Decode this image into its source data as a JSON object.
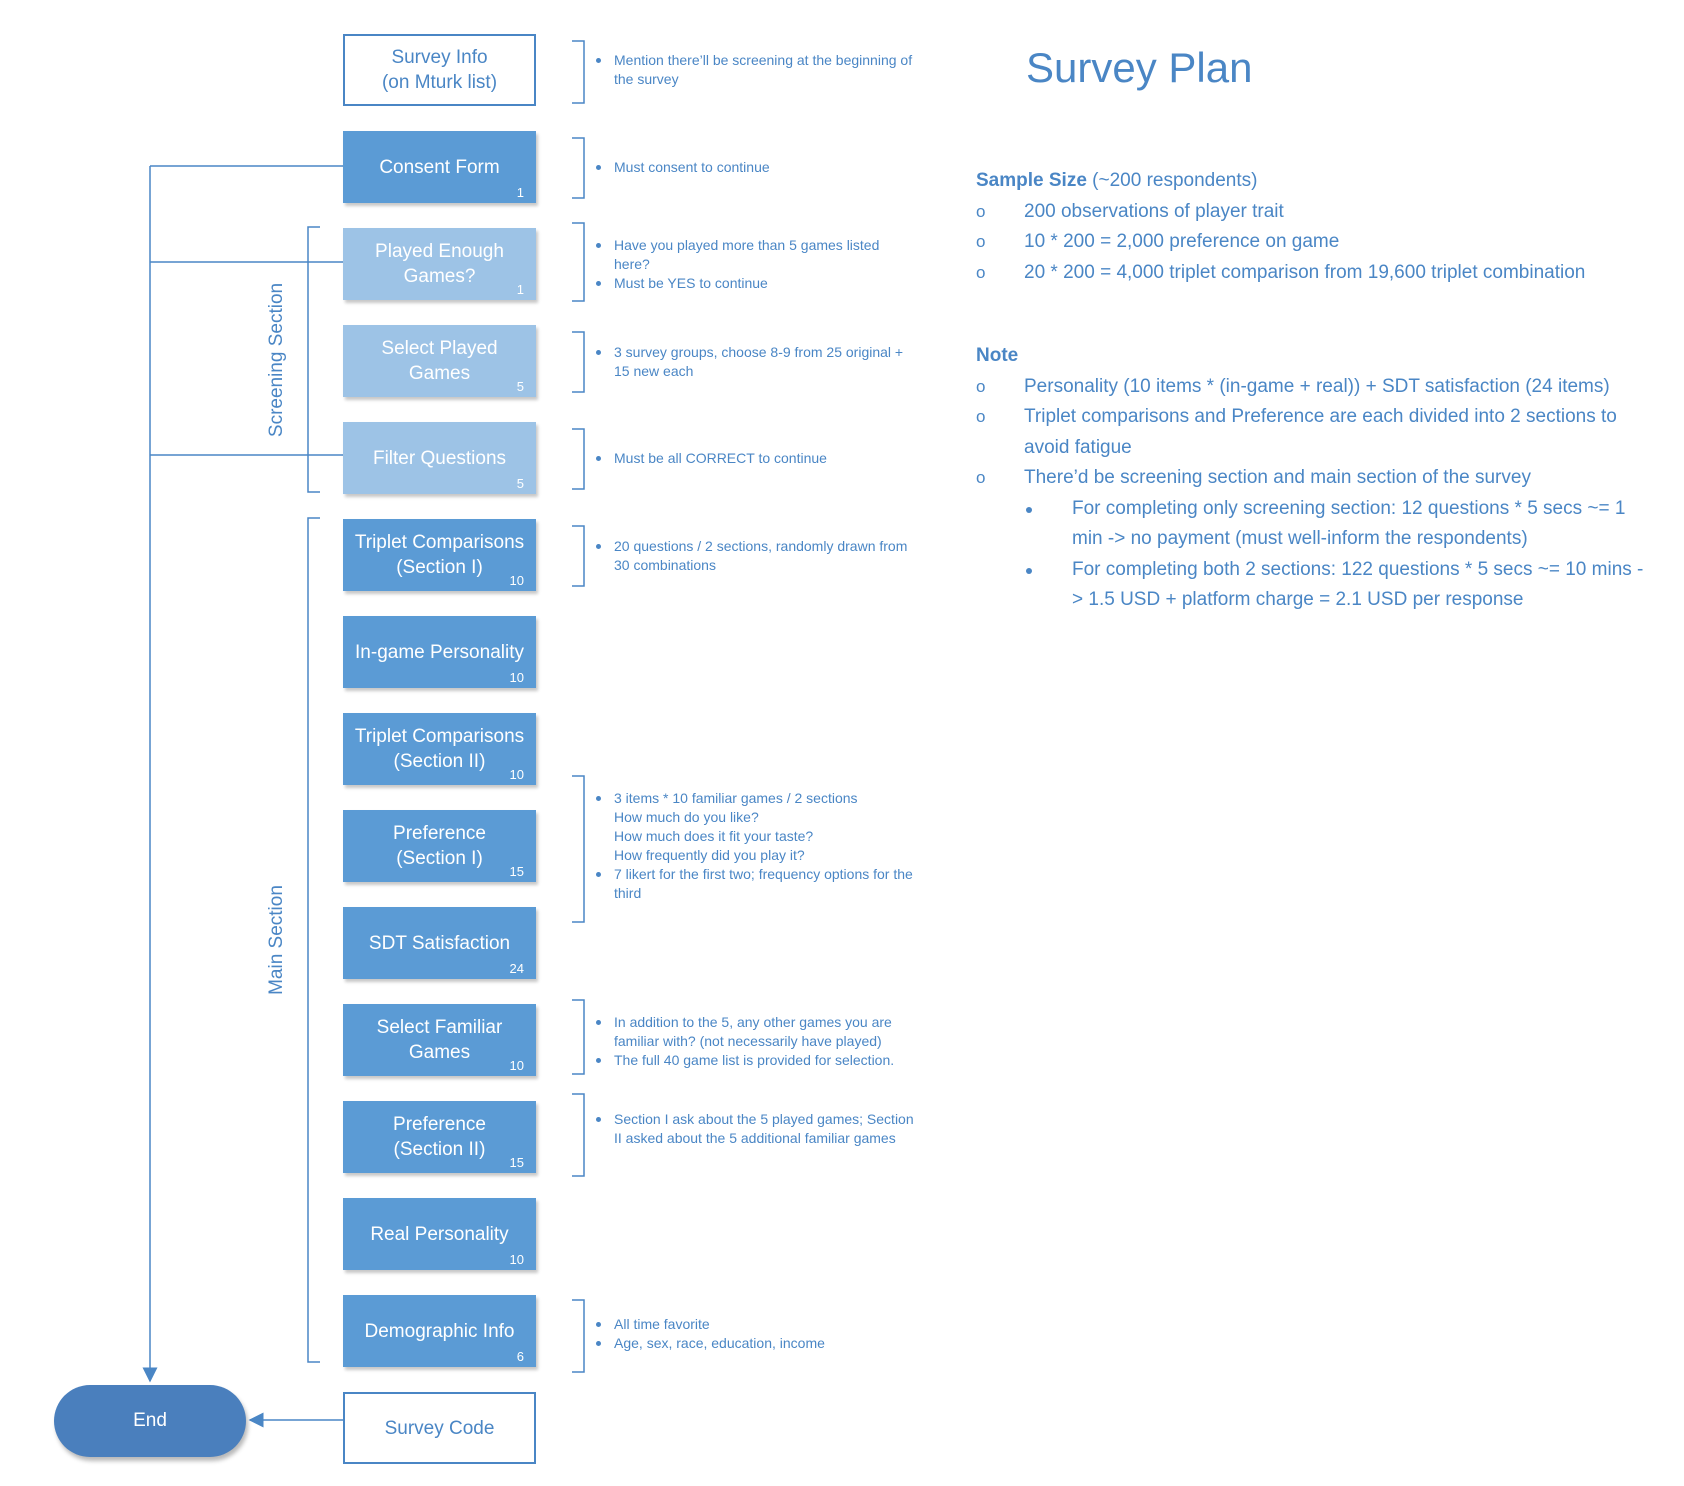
{
  "title": "Survey Plan",
  "flow": {
    "nodes": [
      {
        "id": "survey-info",
        "label": "Survey Info\n(on Mturk list)",
        "count": "",
        "style": "outline"
      },
      {
        "id": "consent-form",
        "label": "Consent Form",
        "count": "1",
        "style": "dark"
      },
      {
        "id": "played-enough-games",
        "label": "Played Enough Games?",
        "count": "1",
        "style": "light"
      },
      {
        "id": "select-played-games",
        "label": "Select Played Games",
        "count": "5",
        "style": "light"
      },
      {
        "id": "filter-questions",
        "label": "Filter Questions",
        "count": "5",
        "style": "light"
      },
      {
        "id": "triplet-comparisons-1",
        "label": "Triplet Comparisons\n(Section I)",
        "count": "10",
        "style": "dark"
      },
      {
        "id": "in-game-personality",
        "label": "In-game Personality",
        "count": "10",
        "style": "dark"
      },
      {
        "id": "triplet-comparisons-2",
        "label": "Triplet Comparisons\n(Section II)",
        "count": "10",
        "style": "dark"
      },
      {
        "id": "preference-1",
        "label": "Preference\n(Section I)",
        "count": "15",
        "style": "dark"
      },
      {
        "id": "sdt-satisfaction",
        "label": "SDT Satisfaction",
        "count": "24",
        "style": "dark"
      },
      {
        "id": "select-familiar-games",
        "label": "Select Familiar Games",
        "count": "10",
        "style": "dark"
      },
      {
        "id": "preference-2",
        "label": "Preference\n(Section II)",
        "count": "15",
        "style": "dark"
      },
      {
        "id": "real-personality",
        "label": "Real Personality",
        "count": "10",
        "style": "dark"
      },
      {
        "id": "demographic-info",
        "label": "Demographic Info",
        "count": "6",
        "style": "dark"
      },
      {
        "id": "survey-code",
        "label": "Survey Code",
        "count": "",
        "style": "outline"
      }
    ],
    "end_label": "End",
    "section_labels": {
      "screening": "Screening Section",
      "main": "Main Section"
    }
  },
  "notes": [
    {
      "id": "survey-info",
      "items": [
        "Mention there’ll be screening at the beginning of the survey"
      ]
    },
    {
      "id": "consent",
      "items": [
        "Must consent to continue"
      ]
    },
    {
      "id": "played-enough",
      "items": [
        "Have you played more than 5 games listed here?",
        "Must be YES to continue"
      ]
    },
    {
      "id": "select-played",
      "items": [
        "3 survey groups, choose 8-9 from 25 original + 15 new each"
      ]
    },
    {
      "id": "filter",
      "items": [
        "Must be all CORRECT to continue"
      ]
    },
    {
      "id": "triplet",
      "items": [
        "20 questions / 2 sections, randomly drawn from 30 combinations"
      ]
    },
    {
      "id": "preference",
      "items": [
        "3 items * 10 familiar games / 2 sections\nHow much do you like?\nHow much does it fit your taste?\nHow frequently did you play it?",
        "7 likert for the first two; frequency options for the third"
      ]
    },
    {
      "id": "familiar",
      "items": [
        "In addition to the 5, any other games you are familiar with? (not necessarily have played)",
        "The full 40 game list is provided for selection."
      ]
    },
    {
      "id": "sections",
      "items": [
        "Section I ask about the 5 played games; Section II asked about the 5 additional familiar games"
      ]
    },
    {
      "id": "demographic",
      "items": [
        "All time favorite",
        "Age, sex, race, education, income"
      ]
    }
  ],
  "sample_size": {
    "heading": "Sample Size",
    "heading_suffix": " (~200 respondents)",
    "marker": "o",
    "items": [
      "200 observations of player trait",
      "10 * 200 = 2,000 preference on game",
      "20 * 200 = 4,000 triplet comparison from 19,600 triplet combination"
    ]
  },
  "note_section": {
    "heading": "Note",
    "marker": "o",
    "items": [
      "Personality (10 items * (in-game + real)) + SDT satisfaction (24 items)",
      "Triplet comparisons and Preference are each divided into 2 sections to avoid fatigue",
      "There’d be screening section and main section of the survey"
    ],
    "subitems": [
      "For completing only screening section: 12 questions * 5 secs ~= 1 min -> no payment (must well-inform the respondents)",
      "For completing both 2 sections: 122 questions * 5 secs ~= 10 mins -> 1.5 USD + platform charge = 2.1 USD per response"
    ]
  },
  "colors": {
    "dark": "#5b9bd5",
    "light": "#9dc3e6",
    "text": "#4a86c5",
    "end": "#4a7fbd"
  }
}
